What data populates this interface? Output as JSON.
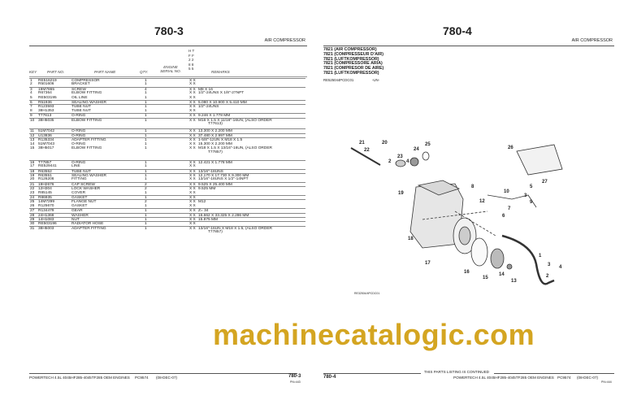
{
  "left_page": {
    "page_number": "780-3",
    "section": "AIR COMPRESSOR",
    "columns": {
      "key": "KEY",
      "part_no": "PART NO.",
      "part_name": "PART NAME",
      "qty": "QTY.",
      "serial": "ENGINE SERIAL NO.",
      "ht_top": "H T",
      "ht_mid1": "F F",
      "ht_mid2": "2 2",
      "ht_mid3": "8 8",
      "ht_mid4": "5 5",
      "remarks": "REMARKS"
    },
    "rows": [
      {
        "key": "1",
        "part": "RE516219",
        "name": "COMPRESSOR",
        "qty": "1",
        "ht": "X X",
        "remarks": ""
      },
      {
        "key": "2",
        "part": "R501606",
        "name": "BRACKET",
        "qty": "1",
        "ht": "X X",
        "remarks": ""
      },
      {
        "key": "3",
        "part": "19M7865",
        "name": "SCREW",
        "qty": "4",
        "ht": "X X",
        "remarks": "M8 X 16"
      },
      {
        "key": "4",
        "part": "R67364",
        "name": "ELBOW FITTING",
        "qty": "1",
        "ht": "X X",
        "remarks": "1/2\"-24UNS X 1/8\"-27NPT"
      },
      {
        "key": "5",
        "part": "RE503195",
        "name": "OIL LINE",
        "qty": "1",
        "ht": "X X",
        "remarks": ""
      },
      {
        "key": "6",
        "part": "R51936",
        "name": "SEALING WASHER",
        "qty": "1",
        "ht": "X X",
        "remarks": "5.080 X 10.900 X 5.410 MM"
      },
      {
        "key": "7",
        "part": "R123593",
        "name": "TUBE NUT",
        "qty": "1",
        "ht": "X X",
        "remarks": "1/2\"-24UNS"
      },
      {
        "key": "8",
        "part": "38H1353",
        "name": "TUBE NUT",
        "qty": "1",
        "ht": "X X",
        "remarks": ""
      },
      {
        "key": "9",
        "part": "T77613",
        "name": "O-RING",
        "qty": "1",
        "ht": "X X",
        "remarks": "9.246 X 1.778 MM"
      },
      {
        "key": "10",
        "part": "38H5035",
        "name": "ELBOW FITTING",
        "qty": "1",
        "ht": "X X",
        "remarks": "M16 X 1.5 X 11/16\"-16UN, (ALSO ORDER",
        "cont": "T77613)"
      },
      {
        "key": "11",
        "part": "51M7042",
        "name": "O-RING",
        "qty": "1",
        "ht": "X X",
        "remarks": "13.300 X 2.200 MM"
      },
      {
        "key": "12",
        "part": "U13836",
        "name": "O-RING",
        "qty": "1",
        "ht": "X X",
        "remarks": "37.480 X 2.997 MM"
      },
      {
        "key": "13",
        "part": "R135334",
        "name": "ADAPTER FITTING",
        "qty": "1",
        "ht": "X X",
        "remarks": "1-5/8\"-12UN X M18 X 1.5"
      },
      {
        "key": "14",
        "part": "51M7043",
        "name": "O-RING",
        "qty": "1",
        "ht": "X X",
        "remarks": "15.300 X 2.200 MM"
      },
      {
        "key": "15",
        "part": "38H5017",
        "name": "ELBOW FITTING",
        "qty": "1",
        "ht": "X X",
        "remarks": "M18 X 1.5 X 13/16\"-16UN, (ALSO ORDER",
        "cont": "T77857)"
      },
      {
        "key": "16",
        "part": "T77857",
        "name": "O-RING",
        "qty": "1",
        "ht": "X X",
        "remarks": "12.421 X 1.778 MM"
      },
      {
        "key": "17",
        "part": "RE529441",
        "name": "LINE",
        "qty": "1",
        "ht": "X X",
        "remarks": ""
      },
      {
        "key": "18",
        "part": "R63552",
        "name": "TUBE NUT",
        "qty": "1",
        "ht": "X X",
        "remarks": "13/16\"-18UNS"
      },
      {
        "key": "19",
        "part": "R63551",
        "name": "SEALING WASHER",
        "qty": "1",
        "ht": "X X",
        "remarks": "12.170 X 17.730 X 9.300 MM"
      },
      {
        "key": "20",
        "part": "R126206",
        "name": "FITTING",
        "qty": "1",
        "ht": "X X",
        "remarks": "13/16\"-18UNS X 1/2\"-14NPT"
      },
      {
        "key": "21",
        "part": "19H2676",
        "name": "CAP SCREW",
        "qty": "2",
        "ht": "X X",
        "remarks": "9.525 X 25.400 MM"
      },
      {
        "key": "22",
        "part": "12H304",
        "name": "LOCK WASHER",
        "qty": "2",
        "ht": "X X",
        "remarks": "9.525 MM"
      },
      {
        "key": "23",
        "part": "R85145",
        "name": "COVER",
        "qty": "1",
        "ht": "X X",
        "remarks": ""
      },
      {
        "key": "24",
        "part": "R86935",
        "name": "GASKET",
        "qty": "1",
        "ht": "X X",
        "remarks": ""
      },
      {
        "key": "25",
        "part": "14M7299",
        "name": "FLANGE NUT",
        "qty": "2",
        "ht": "X X",
        "remarks": "M12"
      },
      {
        "key": "26",
        "part": "R125670",
        "name": "GASKET",
        "qty": "1",
        "ht": "X X",
        "remarks": ""
      },
      {
        "key": "27",
        "part": "R134479",
        "name": "GEAR",
        "qty": "1",
        "ht": "X X",
        "remarks": "Z= 34"
      },
      {
        "key": "28",
        "part": "24H1368",
        "name": "WASHER",
        "qty": "1",
        "ht": "X X",
        "remarks": "16.662 X 33.325 X 2.286 MM"
      },
      {
        "key": "29",
        "part": "14H1083",
        "name": "NUT",
        "qty": "1",
        "ht": "X X",
        "remarks": "15.875 MM"
      },
      {
        "key": "30",
        "part": "RE503196",
        "name": "RADIATOR HOSE",
        "qty": "1",
        "ht": "X X",
        "remarks": ""
      },
      {
        "key": "31",
        "part": "38H5003",
        "name": "ADAPTER FITTING",
        "qty": "1",
        "ht": "X X",
        "remarks": "13/16\"-16UN X M18 X 1.5, (ALSO ORDER",
        "cont": "T77857)"
      }
    ],
    "footer": {
      "engine": "POWERTECH 4.5L 4045HF285-4045TF285 OEM ENGINES",
      "catalog": "PC9574",
      "date": "(08-DEC-07)",
      "page": "780-3",
      "sub": "PN=443"
    }
  },
  "right_page": {
    "page_number": "780-4",
    "section": "AIR COMPRESSOR",
    "titles": [
      "7821 (AIR COMPRESSOR)",
      "7821 (COMPRESSEUR D'AIR)",
      "7821 (LUFTKOMPRESSOR)",
      "7821 (COMPRESSORE ARIA)",
      "7821 (COMPRESOR DE AIRE)",
      "7821 (LUFTKOMPRESSOR)"
    ],
    "illustration_id": "RE525044PCDC01",
    "illustration_code": "-UN-",
    "diagram_caption": "RE32504/4PCDC01",
    "callouts": [
      "21",
      "22",
      "20",
      "2",
      "23",
      "4",
      "24",
      "25",
      "26",
      "27",
      "19",
      "8",
      "10",
      "5",
      "3",
      "9",
      "12",
      "7",
      "6",
      "18",
      "1",
      "17",
      "16",
      "15",
      "14",
      "13",
      "3",
      "4",
      "2"
    ],
    "continued": "THIS PARTS LISTING IS CONTINUED",
    "footer": {
      "page": "780-4",
      "engine": "POWERTECH 4.5L 4045HF285-4045TF285 OEM ENGINES",
      "catalog": "PC9574",
      "date": "(08-DEC-07)",
      "sub": "PN=444"
    }
  },
  "watermark": "machinecatalogic.com",
  "colors": {
    "watermark": "#d4a521",
    "text": "#222222"
  }
}
